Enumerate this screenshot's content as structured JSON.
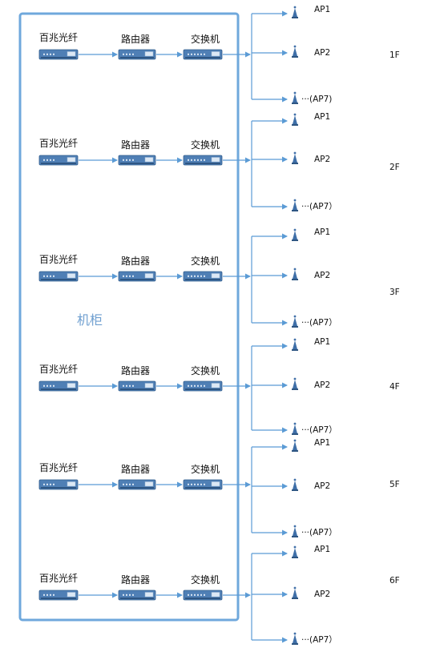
{
  "cabinet": {
    "label": "机柜"
  },
  "device_labels": {
    "fiber": "百兆光纤",
    "router": "路由器",
    "switch": "交换机"
  },
  "colors": {
    "cabinet_border": "#6fa8dc",
    "line": "#5b9bd5",
    "device_body": "#4f7fb5",
    "device_light": "#dce8f5",
    "ap_icon": "#3f6fa8"
  },
  "floors": [
    {
      "name": "1F",
      "aps": [
        "AP1",
        "AP2",
        "···(AP7)"
      ]
    },
    {
      "name": "2F",
      "aps": [
        "AP1",
        "AP2",
        "···(AP7）"
      ]
    },
    {
      "name": "3F",
      "aps": [
        "AP1",
        "AP2",
        "···(AP7）"
      ]
    },
    {
      "name": "4F",
      "aps": [
        "AP1",
        "AP2",
        "···(AP7）"
      ]
    },
    {
      "name": "5F",
      "aps": [
        "AP1",
        "AP2",
        "···(AP7）"
      ]
    },
    {
      "name": "6F",
      "aps": [
        "AP1",
        "AP2",
        "···(AP7）"
      ]
    }
  ]
}
